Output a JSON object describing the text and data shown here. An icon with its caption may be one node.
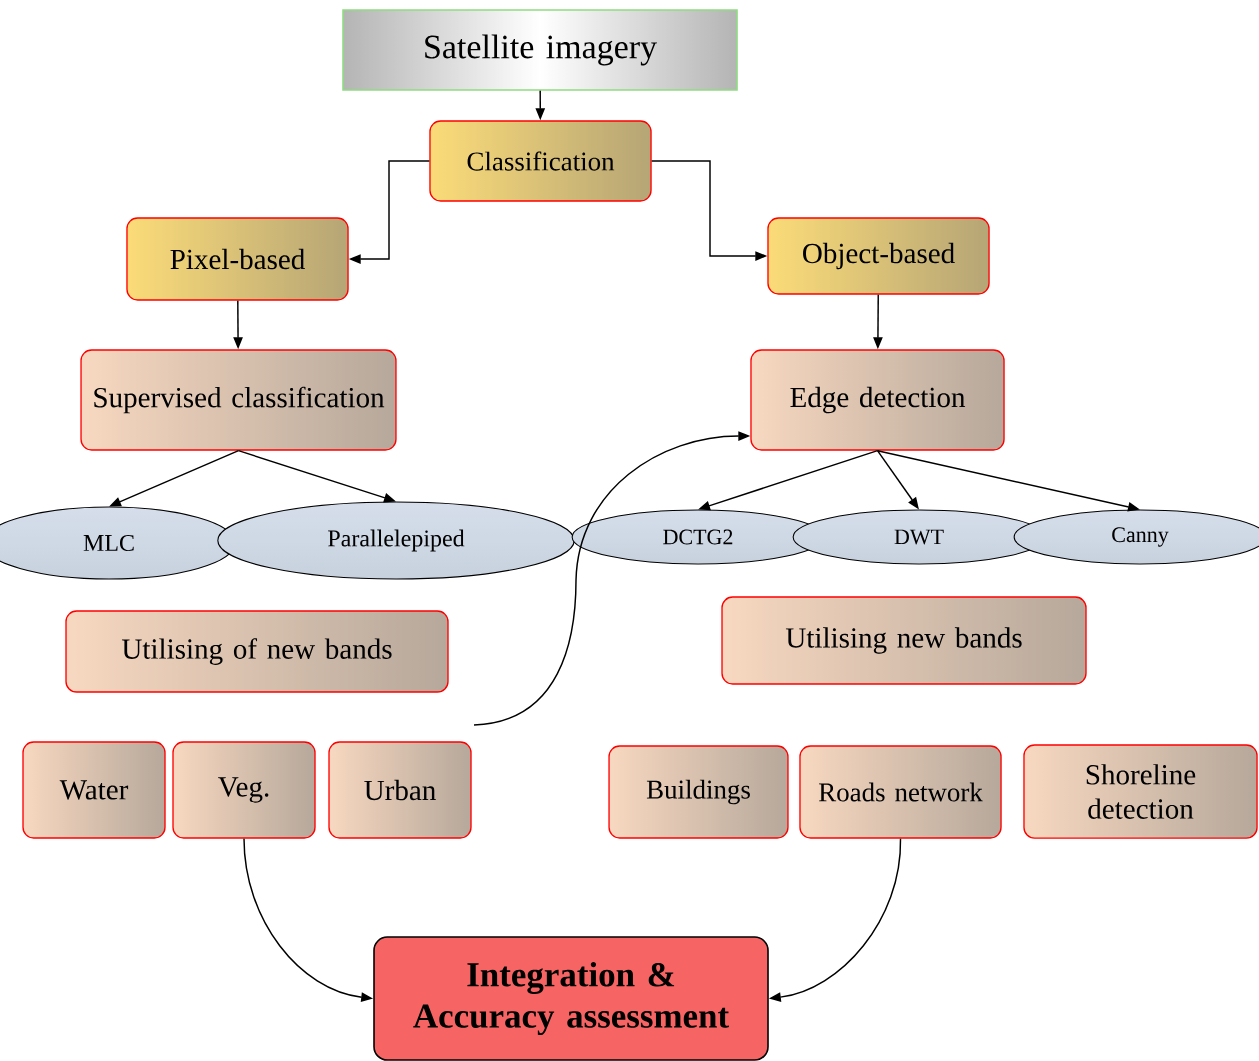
{
  "diagram": {
    "nodes": [
      {
        "text": [
          "Satellite imagery"
        ]
      },
      {
        "text": [
          "Classification"
        ]
      },
      {
        "text": [
          "Pixel-based"
        ]
      },
      {
        "text": [
          "Object-based"
        ]
      },
      {
        "text": [
          "Supervised classification"
        ]
      },
      {
        "text": [
          "Edge detection"
        ]
      },
      {
        "text": [
          "MLC"
        ]
      },
      {
        "text": [
          "Parallelepiped"
        ]
      },
      {
        "text": [
          "DCTG2"
        ]
      },
      {
        "text": [
          "DWT"
        ]
      },
      {
        "text": [
          "Canny"
        ]
      },
      {
        "text": [
          "Utilising of new bands"
        ]
      },
      {
        "text": [
          "Utilising new bands"
        ]
      },
      {
        "text": [
          "Water"
        ]
      },
      {
        "text": [
          "Veg."
        ]
      },
      {
        "text": [
          "Urban"
        ]
      },
      {
        "text": [
          "Buildings"
        ]
      },
      {
        "text": [
          "Roads network"
        ]
      },
      {
        "text": [
          "Shoreline detection"
        ]
      },
      {
        "text": [
          "Integration & Accuracy assessment"
        ]
      }
    ],
    "edges": [
      {
        "from": 0,
        "to": 1,
        "arrow": "to"
      },
      {
        "from": 1,
        "to": 2,
        "arrow": "to"
      },
      {
        "from": 1,
        "to": 3,
        "arrow": "to"
      },
      {
        "from": 2,
        "to": 4,
        "arrow": "to"
      },
      {
        "from": 3,
        "to": 5,
        "arrow": "to"
      },
      {
        "from": 4,
        "to": 6,
        "arrow": "to"
      },
      {
        "from": 4,
        "to": 7,
        "arrow": "to"
      },
      {
        "from": 5,
        "to": 8,
        "arrow": "to"
      },
      {
        "from": 5,
        "to": 9,
        "arrow": "to"
      },
      {
        "from": 5,
        "to": 10,
        "arrow": "to"
      },
      {
        "from": null,
        "to": 5,
        "arrow": "to"
      },
      {
        "from": 14,
        "to": 19,
        "arrow": "to"
      },
      {
        "from": 17,
        "to": 19,
        "arrow": "to"
      }
    ]
  }
}
